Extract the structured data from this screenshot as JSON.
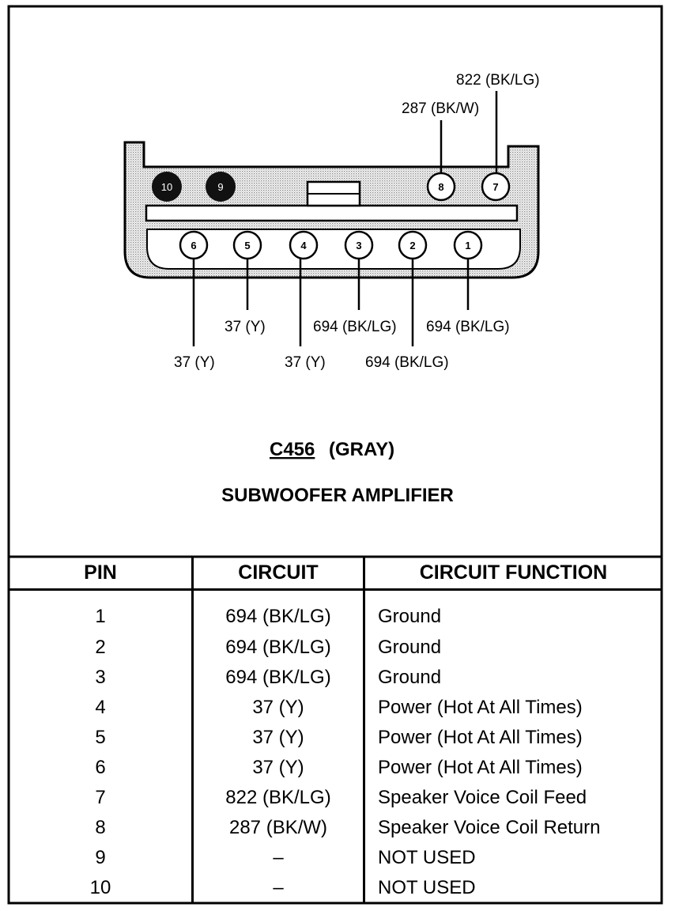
{
  "connector": {
    "id": "C456",
    "color_label": "(GRAY)",
    "component": "SUBWOOFER AMPLIFIER"
  },
  "wire_labels": {
    "pin1": "694 (BK/LG)",
    "pin2": "694 (BK/LG)",
    "pin3": "694 (BK/LG)",
    "pin4": "37 (Y)",
    "pin5": "37 (Y)",
    "pin6": "37 (Y)",
    "pin7": "822 (BK/LG)",
    "pin8": "287 (BK/W)"
  },
  "pins": [
    "1",
    "2",
    "3",
    "4",
    "5",
    "6",
    "7",
    "8",
    "9",
    "10"
  ],
  "table": {
    "headers": [
      "PIN",
      "CIRCUIT",
      "CIRCUIT FUNCTION"
    ],
    "rows": [
      {
        "pin": "1",
        "circuit": "694 (BK/LG)",
        "function": "Ground"
      },
      {
        "pin": "2",
        "circuit": "694 (BK/LG)",
        "function": "Ground"
      },
      {
        "pin": "3",
        "circuit": "694 (BK/LG)",
        "function": "Ground"
      },
      {
        "pin": "4",
        "circuit": "37 (Y)",
        "function": "Power (Hot At All Times)"
      },
      {
        "pin": "5",
        "circuit": "37 (Y)",
        "function": "Power (Hot At All Times)"
      },
      {
        "pin": "6",
        "circuit": "37 (Y)",
        "function": "Power (Hot At All Times)"
      },
      {
        "pin": "7",
        "circuit": "822 (BK/LG)",
        "function": "Speaker Voice Coil Feed"
      },
      {
        "pin": "8",
        "circuit": "287 (BK/W)",
        "function": "Speaker Voice Coil Return"
      },
      {
        "pin": "9",
        "circuit": "–",
        "function": "NOT USED"
      },
      {
        "pin": "10",
        "circuit": "–",
        "function": "NOT USED"
      }
    ]
  },
  "colors": {
    "line": "#000000",
    "background": "#ffffff",
    "connector_fill": "#d9d9d9"
  }
}
